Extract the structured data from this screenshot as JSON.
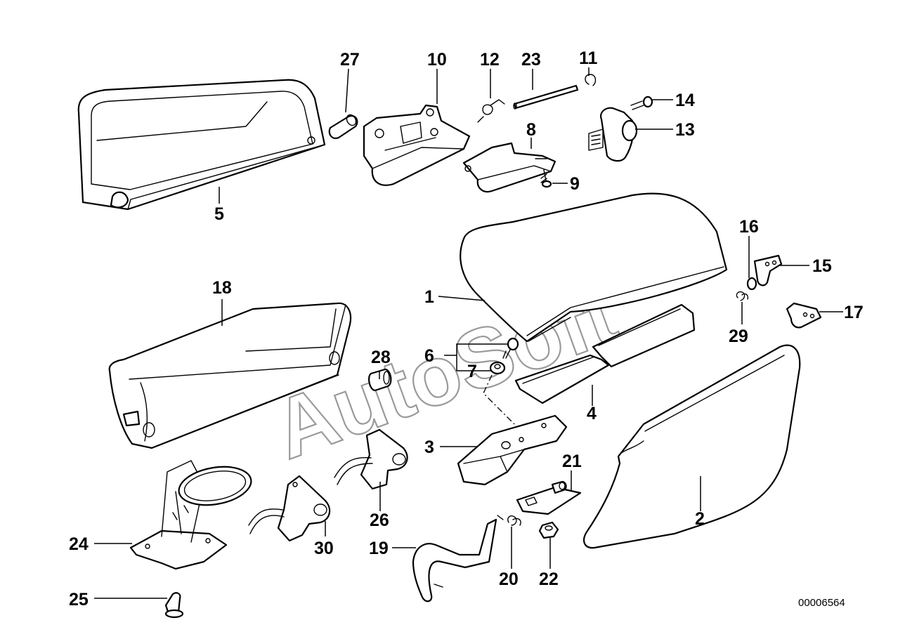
{
  "watermark": "AutoSoft",
  "document_number": "00006564",
  "callouts": [
    "1",
    "2",
    "3",
    "4",
    "5",
    "6",
    "7",
    "8",
    "9",
    "10",
    "11",
    "12",
    "13",
    "14",
    "15",
    "16",
    "17",
    "18",
    "19",
    "20",
    "21",
    "22",
    "23",
    "24",
    "25",
    "26",
    "27",
    "28",
    "29",
    "30"
  ]
}
